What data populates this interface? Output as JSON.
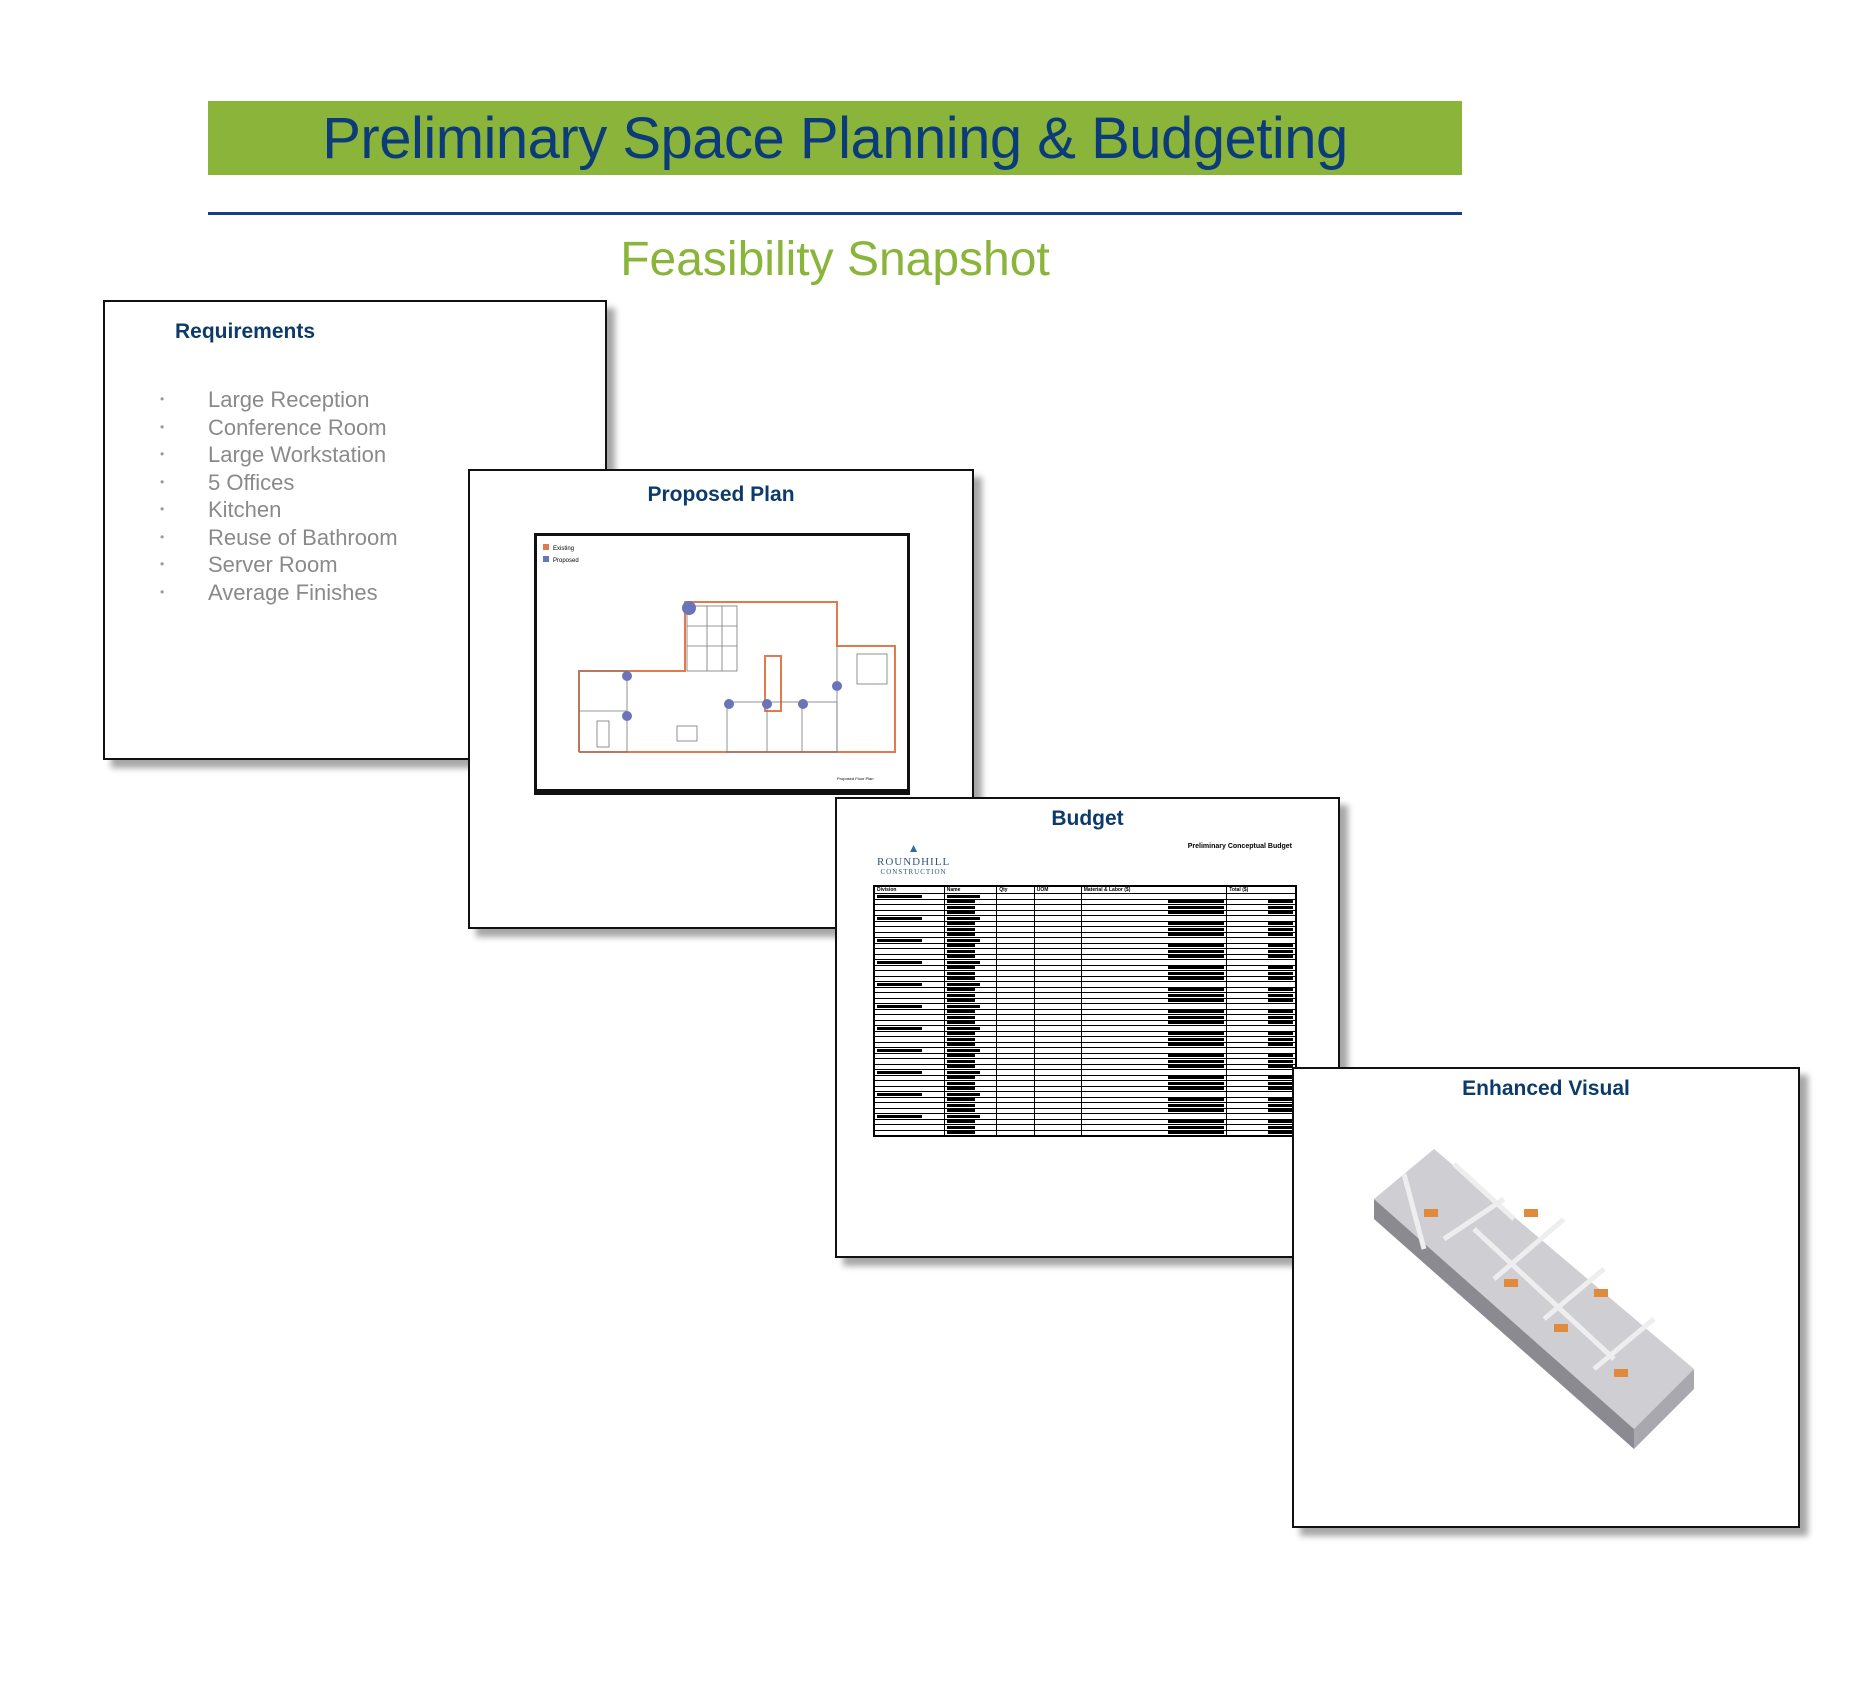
{
  "title": "Preliminary Space Planning & Budgeting",
  "subtitle": "Feasibility Snapshot",
  "requirements": {
    "heading": "Requirements",
    "items": [
      "Large Reception",
      "Conference Room",
      "Large Workstation",
      "5 Offices",
      "Kitchen",
      "Reuse of Bathroom",
      "Server Room",
      "Average Finishes"
    ]
  },
  "plan": {
    "heading": "Proposed Plan",
    "legend": [
      "Existing",
      "Proposed"
    ],
    "caption": "Proposed Floor Plan",
    "colors": {
      "existing": "#e07a4f",
      "proposed": "#6a74b8"
    }
  },
  "budget": {
    "heading": "Budget",
    "doc_title": "Preliminary Conceptual Budget",
    "logo_name": "ROUNDHILL",
    "logo_sub": "CONSTRUCTION",
    "columns": [
      "Division",
      "Name",
      "Qty",
      "UOM",
      "Material & Labor ($)",
      "Total ($)"
    ]
  },
  "visual": {
    "heading": "Enhanced Visual"
  }
}
